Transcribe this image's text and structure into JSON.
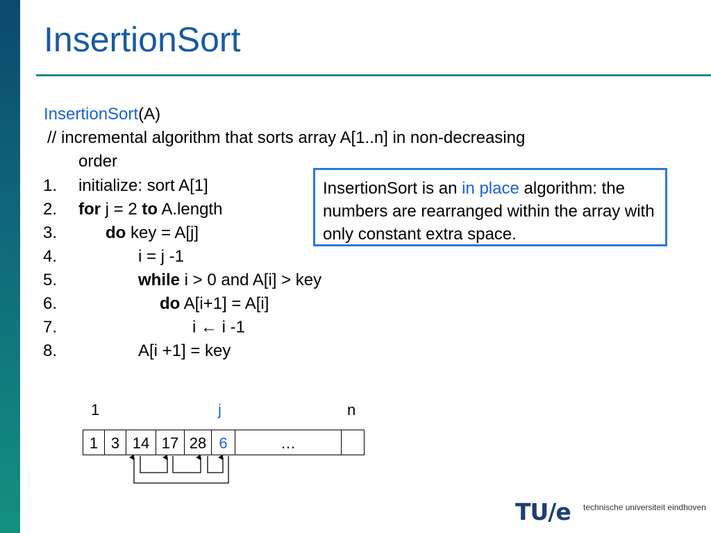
{
  "slide": {
    "title": "InsertionSort"
  },
  "code": {
    "header_name": "InsertionSort",
    "header_args": "(A)",
    "comment_line1": "//   incremental algorithm that sorts array A[1..n] in non-decreasing",
    "comment_line2": "order",
    "lines": [
      {
        "num": "1.",
        "parts": [
          "initialize: sort A[1]"
        ]
      },
      {
        "num": "2.",
        "kw1": "for",
        "text1": " j = 2 ",
        "kw2": "to",
        "text2": " A.length"
      },
      {
        "num": "3.",
        "kw1": "do",
        "text1": " key = A[j]"
      },
      {
        "num": "4.",
        "text1": "i = j -1"
      },
      {
        "num": "5.",
        "kw1": "while",
        "text1": " i > 0  and A[i] > key"
      },
      {
        "num": "6.",
        "kw1": "do",
        "text1": "  A[i+1] = A[i]"
      },
      {
        "num": "7.",
        "text1": "i ← i -1"
      },
      {
        "num": "8.",
        "text1": "A[i +1] = key"
      }
    ]
  },
  "note": {
    "part1": "InsertionSort is an ",
    "highlight": "in place",
    "part2": " algorithm: the numbers are rearranged within the array with only constant extra space."
  },
  "array": {
    "label_start": "1",
    "label_j": "j",
    "label_n": "n",
    "cells": [
      "1",
      "3",
      "14",
      "17",
      "28",
      "6",
      "…",
      ""
    ]
  },
  "logo": {
    "mark": "TU/e",
    "text": "technische universiteit eindhoven"
  },
  "colors": {
    "title": "#1a5aa0",
    "highlight": "#1a63d6",
    "box_border": "#2a7ad6"
  }
}
